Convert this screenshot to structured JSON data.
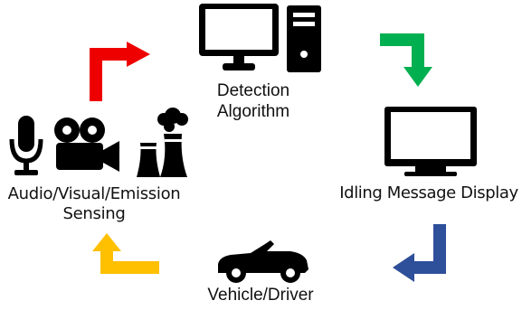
{
  "nodes": {
    "detection": {
      "line1": "Detection",
      "line2": "Algorithm",
      "icon": "desktop-computer-icon"
    },
    "display": {
      "label": "Idling Message Display",
      "icon": "monitor-icon"
    },
    "vehicle": {
      "label": "Vehicle/Driver",
      "icon": "convertible-car-icon"
    },
    "sensing": {
      "line1": "Audio/Visual/Emission",
      "line2": "Sensing",
      "icons": [
        "microphone-icon",
        "video-camera-icon",
        "factory-smoke-icon"
      ]
    }
  },
  "arrows": {
    "red": "#ee0000",
    "green": "#00b050",
    "blue": "#2e4f9a",
    "yellow": "#ffc000"
  }
}
